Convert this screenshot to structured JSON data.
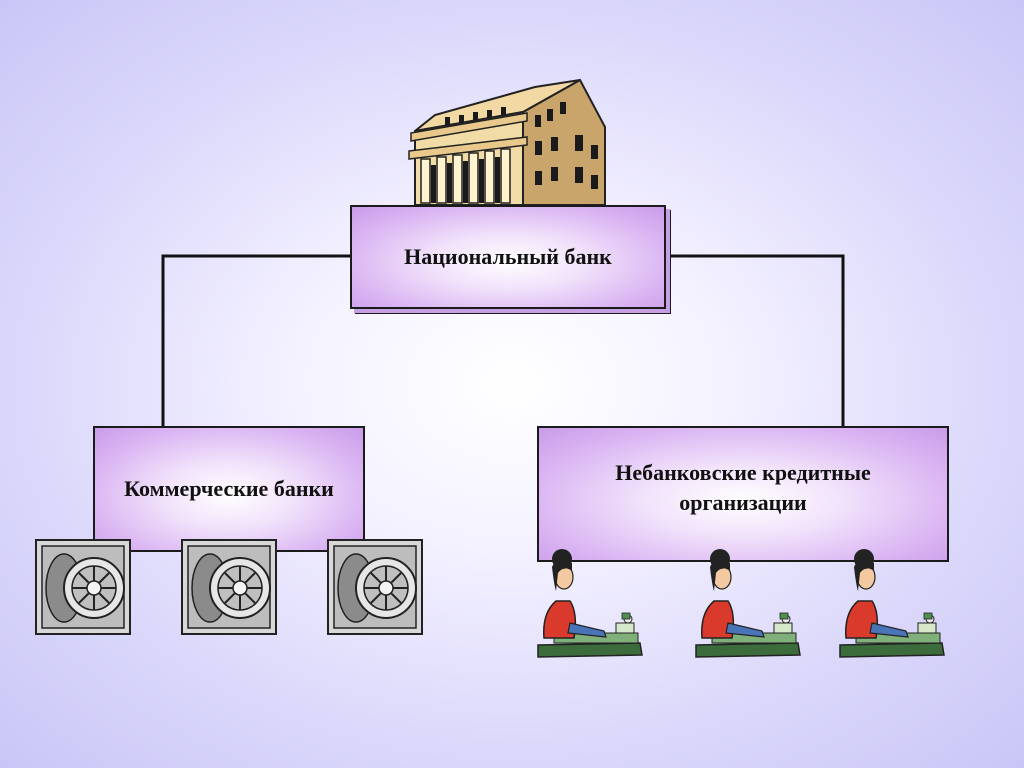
{
  "diagram": {
    "root": {
      "label": "Национальный банк"
    },
    "children": [
      {
        "label": "Коммерческие банки"
      },
      {
        "label": "Небанковские кредитные организации"
      }
    ]
  },
  "icons": {
    "root": "bank-building-icon",
    "commercial": "vault-door-icon",
    "nonbank": "clerk-with-money-icon"
  },
  "colors": {
    "box_fill": "#d9b3f2",
    "box_border": "#1b1b1b",
    "background": "#c9c6f7",
    "connector": "#111111"
  }
}
